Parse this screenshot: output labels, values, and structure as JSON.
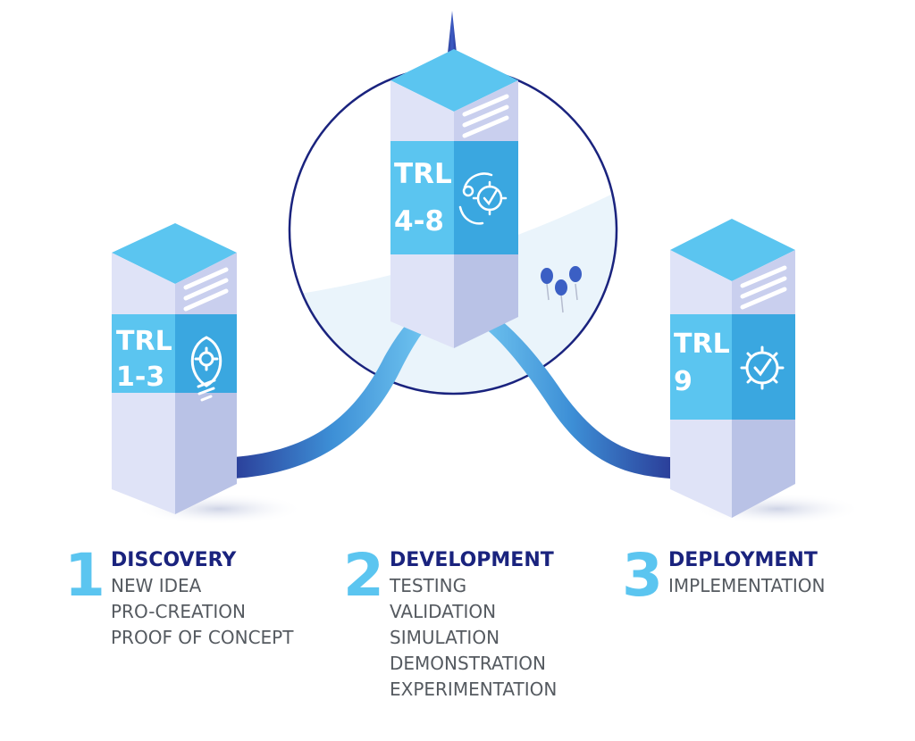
{
  "towers": [
    {
      "trl": "TRL",
      "range": "1-3",
      "icon": "lightbulb-gear-icon"
    },
    {
      "trl": "TRL",
      "range": "4-8",
      "icon": "gears-cycle-check-icon"
    },
    {
      "trl": "TRL",
      "range": "9",
      "icon": "gear-check-icon"
    }
  ],
  "stages": [
    {
      "number": "1",
      "title": "DISCOVERY",
      "items": [
        "NEW IDEA",
        "PRO-CREATION",
        "PROOF OF CONCEPT"
      ]
    },
    {
      "number": "2",
      "title": "DEVELOPMENT",
      "items": [
        "TESTING",
        "VALIDATION",
        "SIMULATION",
        "DEMONSTRATION",
        "EXPERIMENTATION"
      ]
    },
    {
      "number": "3",
      "title": "DEPLOYMENT",
      "items": [
        "IMPLEMENTATION"
      ]
    }
  ],
  "colors": {
    "accent_light": "#5bc5f0",
    "accent_mid": "#3aa7e0",
    "navy": "#1a237e",
    "tower_side_light": "#dfe3f7",
    "tower_side_dark": "#b9c2e6",
    "text_grey": "#555a60"
  }
}
